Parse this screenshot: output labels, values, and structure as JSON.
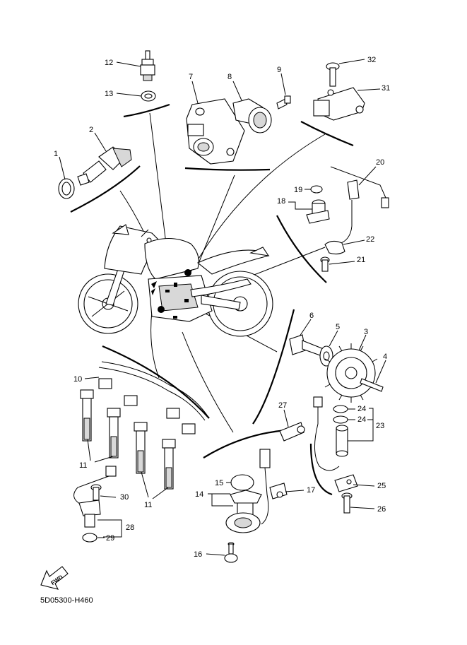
{
  "diagram_code": "5D05300-H460",
  "fwd_label": "FWD",
  "callouts": {
    "c1": "1",
    "c2": "2",
    "c3": "3",
    "c4": "4",
    "c5": "5",
    "c6": "6",
    "c7": "7",
    "c8": "8",
    "c9": "9",
    "c10": "10",
    "c11a": "11",
    "c11b": "11",
    "c12": "12",
    "c13": "13",
    "c14": "14",
    "c15": "15",
    "c16": "16",
    "c17": "17",
    "c18": "18",
    "c19": "19",
    "c20": "20",
    "c21": "21",
    "c22": "22",
    "c23": "23",
    "c24a": "24",
    "c24b": "24",
    "c25": "25",
    "c26": "26",
    "c27": "27",
    "c28": "28",
    "c29": "29",
    "c30": "30",
    "c31": "31",
    "c32": "32"
  }
}
